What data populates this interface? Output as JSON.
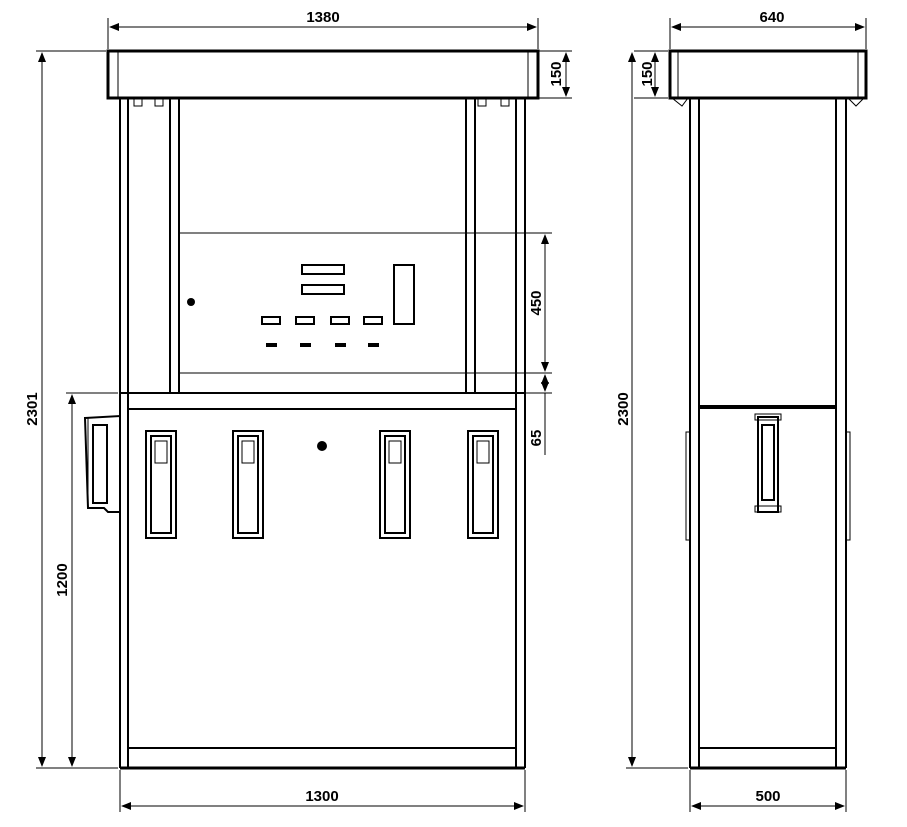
{
  "dimensions": {
    "front_top_width": "1380",
    "front_canopy_height": "150",
    "front_total_height": "2301",
    "front_display_height": "450",
    "front_gap": "65",
    "front_lower_height": "1200",
    "front_base_width": "1300",
    "side_top_width": "640",
    "side_canopy_height": "150",
    "side_total_height": "2300",
    "side_base_width": "500"
  }
}
